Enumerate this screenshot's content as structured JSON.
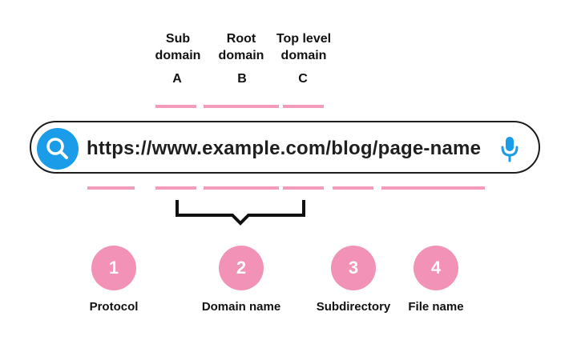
{
  "top_labels": {
    "sub": "Sub\ndomain",
    "root": "Root\ndomain",
    "tld": "Top level\ndomain"
  },
  "letters": {
    "a": "A",
    "b": "B",
    "c": "C"
  },
  "search_bar": {
    "url": "https://www.example.com/blog/page-name",
    "search_icon": "search-icon",
    "mic_icon": "microphone-icon"
  },
  "parts": [
    {
      "number": "1",
      "label": "Protocol"
    },
    {
      "number": "2",
      "label": "Domain name"
    },
    {
      "number": "3",
      "label": "Subdirectory"
    },
    {
      "number": "4",
      "label": "File name"
    }
  ],
  "colors": {
    "accent_pink": "#f292b6",
    "search_blue": "#1a9ce8",
    "underline_pink": "#f29bbd"
  }
}
